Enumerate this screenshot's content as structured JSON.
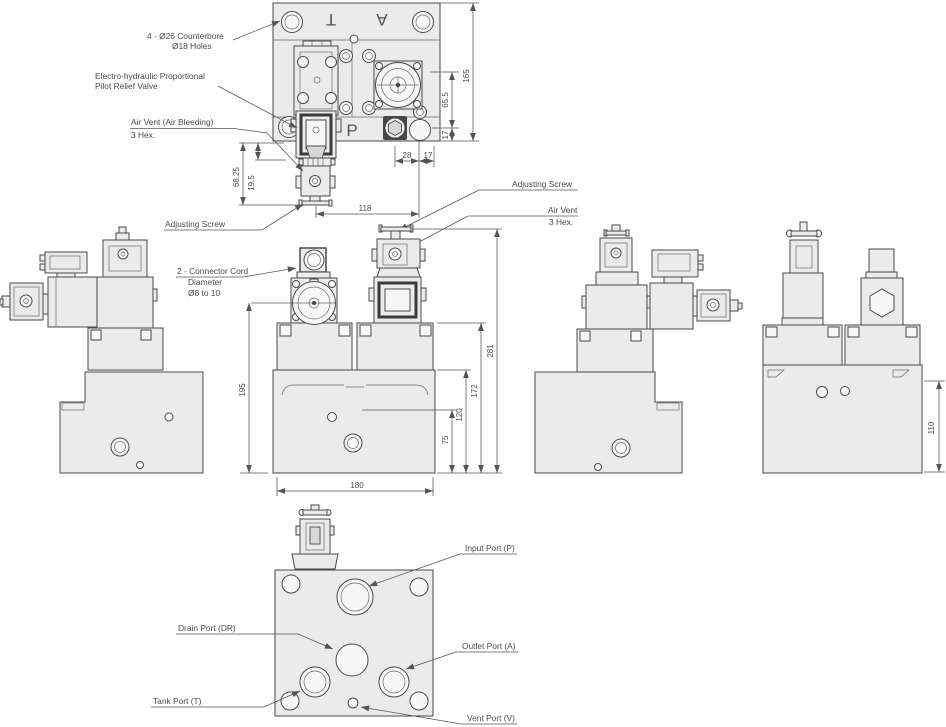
{
  "meta": {
    "type": "technical-drawing",
    "subject": "Electro-hydraulic Proportional Pilot Relief Valve multi-view dimension drawing"
  },
  "colors": {
    "background": "#ffffff",
    "body_fill": "#ebebeb",
    "line": "#4a4a4a",
    "text": "#4a4a4a"
  },
  "labels": {
    "counterbore_l1": "4 - Ø26 Counterbore",
    "counterbore_l2": "Ø18 Holes",
    "prop_valve_l1": "Electro-hydraulic Proportional",
    "prop_valve_l2": "Pilot Relief Valve",
    "air_bleed_l1": "Air Vent (Air Bleeding)",
    "air_bleed_l2": "3 Hex.",
    "adjusting_screw_left": "Adjusting Screw",
    "adjusting_screw_right": "Adjusting Screw",
    "air_vent_l1": "Air Vent",
    "air_vent_l2": "3 Hex.",
    "connector_l1": "2 - Connector Cord",
    "connector_l2": "Diameter",
    "connector_l3": "Ø8 to 10",
    "input_port": "Input Port (P)",
    "drain_port": "Drain Port (DR)",
    "outlet_port": "Outlet Port (A)",
    "tank_port": "Tank Port (T)",
    "vent_port": "Vent Port (V)"
  },
  "port_letters": {
    "t": "T",
    "a": "A",
    "p": "P"
  },
  "dimensions": {
    "d165": "165",
    "d65_5": "65.5",
    "d17_right": "17",
    "d28": "28",
    "d17_bottom": "17",
    "d118": "118",
    "d68_25": "68.25",
    "d19_5": "19.5",
    "d281": "281",
    "d195": "195",
    "d172": "172",
    "d120": "120",
    "d75": "75",
    "d180": "180",
    "d110": "110"
  }
}
